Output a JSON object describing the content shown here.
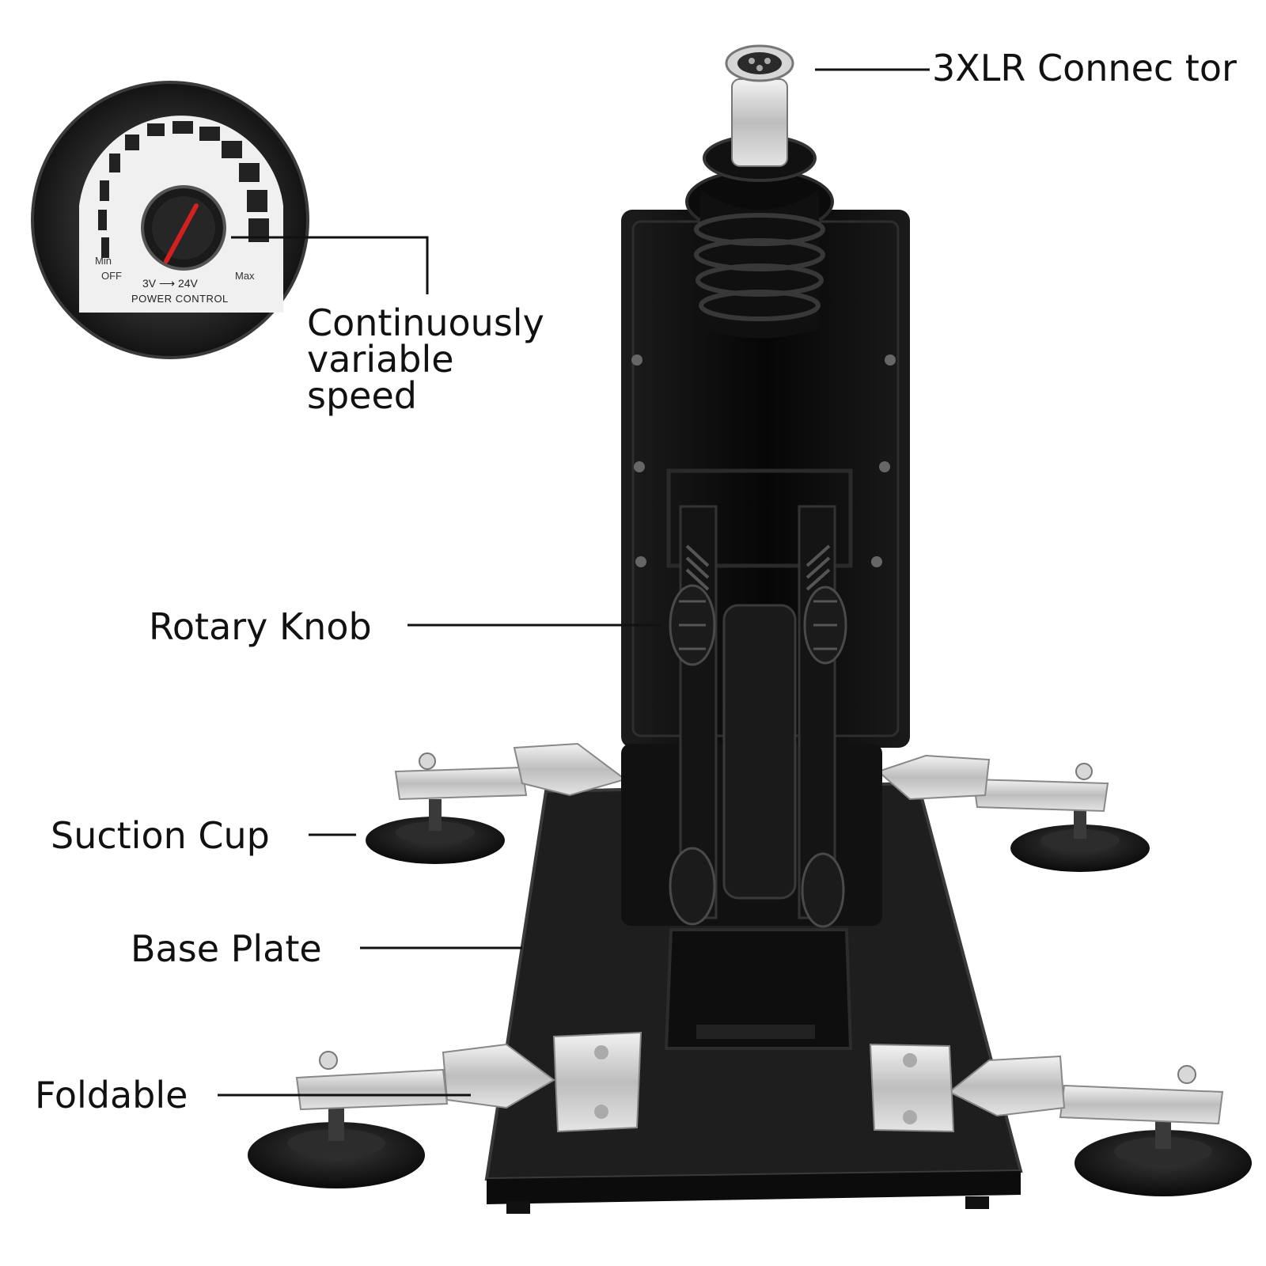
{
  "callouts": {
    "connector": "3XLR Connec tor",
    "speed_line1": "Continuously",
    "speed_line2": "variable",
    "speed_line3": "speed",
    "rotary_knob": "Rotary Knob",
    "suction_cup": "Suction Cup",
    "base_plate": "Base Plate",
    "foldable": "Foldable"
  },
  "dial": {
    "min": "Min",
    "off": "OFF",
    "max": "Max",
    "range": "3V ⟶ 24V",
    "caption": "POWER CONTROL"
  },
  "colors": {
    "device_body": "#0d0d0d",
    "metal_hinge": "#c9c9c9",
    "background": "#ffffff",
    "dial_needle": "#d42020"
  }
}
